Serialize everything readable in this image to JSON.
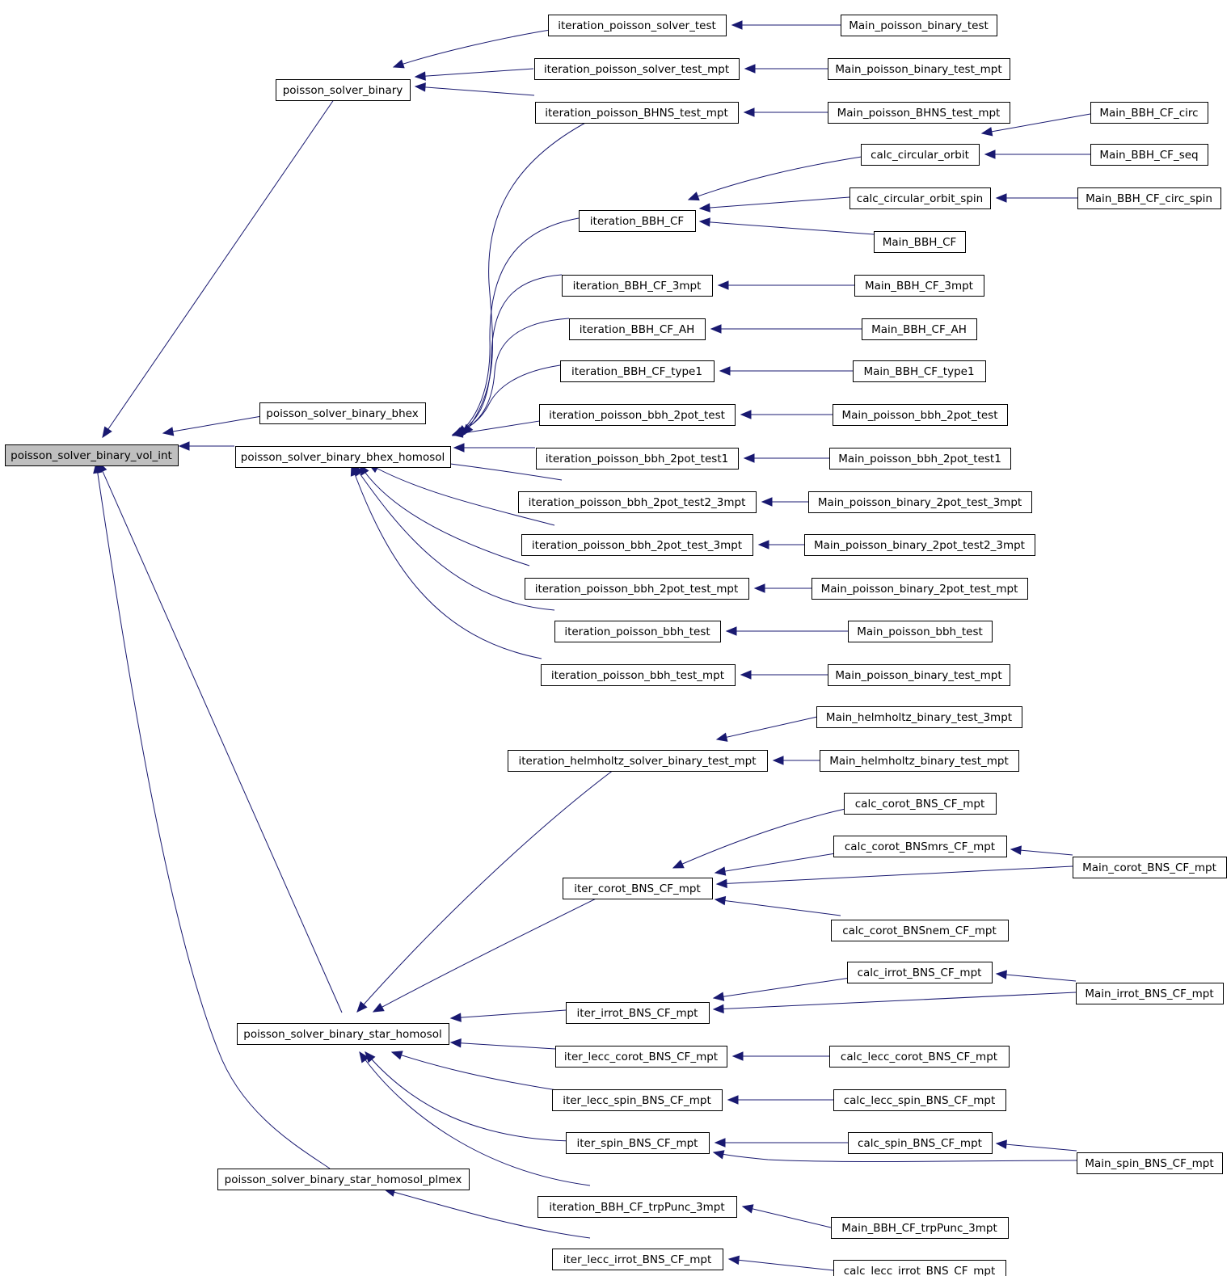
{
  "diagram": {
    "type": "call-graph",
    "root": "poisson_solver_binary_vol_int",
    "nodes": [
      {
        "id": "root",
        "label": "poisson_solver_binary_vol_int",
        "highlighted": true
      },
      {
        "id": "psb",
        "label": "poisson_solver_binary"
      },
      {
        "id": "psbb",
        "label": "poisson_solver_binary_bhex"
      },
      {
        "id": "psbbh",
        "label": "poisson_solver_binary_bhex_homosol"
      },
      {
        "id": "psbsh",
        "label": "poisson_solver_binary_star_homosol"
      },
      {
        "id": "psbshp",
        "label": "poisson_solver_binary_star_homosol_plmex"
      },
      {
        "id": "ipst",
        "label": "iteration_poisson_solver_test"
      },
      {
        "id": "ipstm",
        "label": "iteration_poisson_solver_test_mpt"
      },
      {
        "id": "ipbhns",
        "label": "iteration_poisson_BHNS_test_mpt"
      },
      {
        "id": "ibbhcf",
        "label": "iteration_BBH_CF"
      },
      {
        "id": "ibbh3",
        "label": "iteration_BBH_CF_3mpt"
      },
      {
        "id": "ibbhah",
        "label": "iteration_BBH_CF_AH"
      },
      {
        "id": "ibbht1",
        "label": "iteration_BBH_CF_type1"
      },
      {
        "id": "ipb2",
        "label": "iteration_poisson_bbh_2pot_test"
      },
      {
        "id": "ipb21",
        "label": "iteration_poisson_bbh_2pot_test1"
      },
      {
        "id": "ipb223",
        "label": "iteration_poisson_bbh_2pot_test2_3mpt"
      },
      {
        "id": "ipb23",
        "label": "iteration_poisson_bbh_2pot_test_3mpt"
      },
      {
        "id": "ipb2m",
        "label": "iteration_poisson_bbh_2pot_test_mpt"
      },
      {
        "id": "ipbt",
        "label": "iteration_poisson_bbh_test"
      },
      {
        "id": "ipbtm",
        "label": "iteration_poisson_bbh_test_mpt"
      },
      {
        "id": "ihelm",
        "label": "iteration_helmholtz_solver_binary_test_mpt"
      },
      {
        "id": "icorot",
        "label": "iter_corot_BNS_CF_mpt"
      },
      {
        "id": "iirrot",
        "label": "iter_irrot_BNS_CF_mpt"
      },
      {
        "id": "ilcorot",
        "label": "iter_lecc_corot_BNS_CF_mpt"
      },
      {
        "id": "ilspin",
        "label": "iter_lecc_spin_BNS_CF_mpt"
      },
      {
        "id": "ispin",
        "label": "iter_spin_BNS_CF_mpt"
      },
      {
        "id": "itrp",
        "label": "iteration_BBH_CF_trpPunc_3mpt"
      },
      {
        "id": "ilirrot",
        "label": "iter_lecc_irrot_BNS_CF_mpt"
      },
      {
        "id": "mpbt",
        "label": "Main_poisson_binary_test"
      },
      {
        "id": "mpbtm",
        "label": "Main_poisson_binary_test_mpt"
      },
      {
        "id": "mpbhns",
        "label": "Main_poisson_BHNS_test_mpt"
      },
      {
        "id": "cco",
        "label": "calc_circular_orbit"
      },
      {
        "id": "ccos",
        "label": "calc_circular_orbit_spin"
      },
      {
        "id": "mbbhcf",
        "label": "Main_BBH_CF"
      },
      {
        "id": "mbbh3",
        "label": "Main_BBH_CF_3mpt"
      },
      {
        "id": "mbbhah",
        "label": "Main_BBH_CF_AH"
      },
      {
        "id": "mbbht1",
        "label": "Main_BBH_CF_type1"
      },
      {
        "id": "mpb2",
        "label": "Main_poisson_bbh_2pot_test"
      },
      {
        "id": "mpb21",
        "label": "Main_poisson_bbh_2pot_test1"
      },
      {
        "id": "mpbin23",
        "label": "Main_poisson_binary_2pot_test_3mpt"
      },
      {
        "id": "mpbin223",
        "label": "Main_poisson_binary_2pot_test2_3mpt"
      },
      {
        "id": "mpbin2m",
        "label": "Main_poisson_binary_2pot_test_mpt"
      },
      {
        "id": "mpbbht",
        "label": "Main_poisson_bbh_test"
      },
      {
        "id": "mpbtm2",
        "label": "Main_poisson_binary_test_mpt"
      },
      {
        "id": "mhelm3",
        "label": "Main_helmholtz_binary_test_3mpt"
      },
      {
        "id": "mhelmm",
        "label": "Main_helmholtz_binary_test_mpt"
      },
      {
        "id": "ccorot",
        "label": "calc_corot_BNS_CF_mpt"
      },
      {
        "id": "ccorotmrs",
        "label": "calc_corot_BNSmrs_CF_mpt"
      },
      {
        "id": "ccorotnem",
        "label": "calc_corot_BNSnem_CF_mpt"
      },
      {
        "id": "cirrot",
        "label": "calc_irrot_BNS_CF_mpt"
      },
      {
        "id": "clcorot",
        "label": "calc_lecc_corot_BNS_CF_mpt"
      },
      {
        "id": "clspin",
        "label": "calc_lecc_spin_BNS_CF_mpt"
      },
      {
        "id": "cspin",
        "label": "calc_spin_BNS_CF_mpt"
      },
      {
        "id": "mtrp",
        "label": "Main_BBH_CF_trpPunc_3mpt"
      },
      {
        "id": "clirrot",
        "label": "calc_lecc_irrot_BNS_CF_mpt"
      },
      {
        "id": "mcirc",
        "label": "Main_BBH_CF_circ"
      },
      {
        "id": "mseq",
        "label": "Main_BBH_CF_seq"
      },
      {
        "id": "mcircspin",
        "label": "Main_BBH_CF_circ_spin"
      },
      {
        "id": "mcorot",
        "label": "Main_corot_BNS_CF_mpt"
      },
      {
        "id": "mirrot",
        "label": "Main_irrot_BNS_CF_mpt"
      },
      {
        "id": "mspin",
        "label": "Main_spin_BNS_CF_mpt"
      }
    ],
    "edges": [
      {
        "from": "psb",
        "to": "root"
      },
      {
        "from": "psbb",
        "to": "root"
      },
      {
        "from": "psbbh",
        "to": "root"
      },
      {
        "from": "psbsh",
        "to": "root"
      },
      {
        "from": "psbshp",
        "to": "root"
      },
      {
        "from": "ipst",
        "to": "psb"
      },
      {
        "from": "ipstm",
        "to": "psb"
      },
      {
        "from": "ipbhns",
        "to": "psb"
      },
      {
        "from": "ipbhns",
        "to": "psbbh"
      },
      {
        "from": "ibbhcf",
        "to": "psbbh"
      },
      {
        "from": "ibbh3",
        "to": "psbbh"
      },
      {
        "from": "ibbhah",
        "to": "psbbh"
      },
      {
        "from": "ibbht1",
        "to": "psbbh"
      },
      {
        "from": "ipb2",
        "to": "psbbh"
      },
      {
        "from": "ipb21",
        "to": "psbbh"
      },
      {
        "from": "ipb223",
        "to": "psbbh"
      },
      {
        "from": "ipb23",
        "to": "psbbh"
      },
      {
        "from": "ipb2m",
        "to": "psbbh"
      },
      {
        "from": "ipbt",
        "to": "psbbh"
      },
      {
        "from": "ipbtm",
        "to": "psbbh"
      },
      {
        "from": "ihelm",
        "to": "psbsh"
      },
      {
        "from": "icorot",
        "to": "psbsh"
      },
      {
        "from": "iirrot",
        "to": "psbsh"
      },
      {
        "from": "ilcorot",
        "to": "psbsh"
      },
      {
        "from": "ilspin",
        "to": "psbsh"
      },
      {
        "from": "ispin",
        "to": "psbsh"
      },
      {
        "from": "itrp",
        "to": "psbsh"
      },
      {
        "from": "ilirrot",
        "to": "psbshp"
      },
      {
        "from": "mpbt",
        "to": "ipst"
      },
      {
        "from": "mpbtm",
        "to": "ipstm"
      },
      {
        "from": "mpbhns",
        "to": "ipbhns"
      },
      {
        "from": "cco",
        "to": "ibbhcf"
      },
      {
        "from": "ccos",
        "to": "ibbhcf"
      },
      {
        "from": "mbbhcf",
        "to": "ibbhcf"
      },
      {
        "from": "mbbh3",
        "to": "ibbh3"
      },
      {
        "from": "mbbhah",
        "to": "ibbhah"
      },
      {
        "from": "mbbht1",
        "to": "ibbht1"
      },
      {
        "from": "mpb2",
        "to": "ipb2"
      },
      {
        "from": "mpb21",
        "to": "ipb21"
      },
      {
        "from": "mpbin23",
        "to": "ipb223"
      },
      {
        "from": "mpbin223",
        "to": "ipb23"
      },
      {
        "from": "mpbin2m",
        "to": "ipb2m"
      },
      {
        "from": "mpbbht",
        "to": "ipbt"
      },
      {
        "from": "mpbtm2",
        "to": "ipbtm"
      },
      {
        "from": "mhelm3",
        "to": "ihelm"
      },
      {
        "from": "mhelmm",
        "to": "ihelm"
      },
      {
        "from": "ccorot",
        "to": "icorot"
      },
      {
        "from": "ccorotmrs",
        "to": "icorot"
      },
      {
        "from": "mcorot",
        "to": "icorot"
      },
      {
        "from": "ccorotnem",
        "to": "icorot"
      },
      {
        "from": "cirrot",
        "to": "iirrot"
      },
      {
        "from": "mirrot",
        "to": "iirrot"
      },
      {
        "from": "clcorot",
        "to": "ilcorot"
      },
      {
        "from": "clspin",
        "to": "ilspin"
      },
      {
        "from": "cspin",
        "to": "ispin"
      },
      {
        "from": "mspin",
        "to": "ispin"
      },
      {
        "from": "mtrp",
        "to": "itrp"
      },
      {
        "from": "clirrot",
        "to": "ilirrot"
      },
      {
        "from": "mcirc",
        "to": "cco"
      },
      {
        "from": "mseq",
        "to": "cco"
      },
      {
        "from": "mcircspin",
        "to": "ccos"
      },
      {
        "from": "mcorot",
        "to": "ccorotmrs"
      },
      {
        "from": "mirrot",
        "to": "cirrot"
      },
      {
        "from": "mspin",
        "to": "cspin"
      }
    ]
  },
  "colors": {
    "edge": "#191970",
    "node_border": "#000000",
    "node_fill": "#ffffff",
    "root_fill": "#bfbfbf"
  }
}
